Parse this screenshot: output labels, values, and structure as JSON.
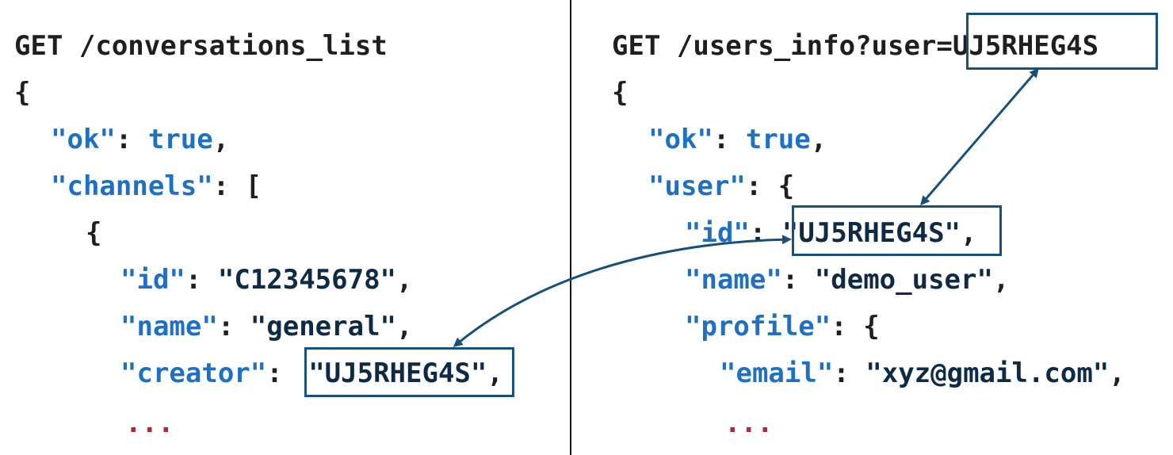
{
  "left": {
    "request": "GET /conversations_list",
    "open_brace": "{",
    "ok_key": "\"ok\"",
    "ok_value": "true",
    "channels_key": "\"channels\"",
    "channels_open": "[",
    "item_open": "{",
    "id_key": "\"id\"",
    "id_value": "\"C12345678\"",
    "name_key": "\"name\"",
    "name_value": "\"general\"",
    "creator_key": "\"creator\"",
    "creator_value": "\"UJ5RHEG4S\"",
    "ellipsis": "..."
  },
  "right": {
    "request_path": "GET /users_info?user",
    "request_param": "=UJ5RHEG4S",
    "open_brace": "{",
    "ok_key": "\"ok\"",
    "ok_value": "true",
    "user_key": "\"user\"",
    "user_open": "{",
    "id_key": "\"id\"",
    "id_value": "\"UJ5RHEG4S\"",
    "name_key": "\"name\"",
    "name_value": "\"demo_user\"",
    "profile_key": "\"profile\"",
    "profile_open": "{",
    "email_key": "\"email\"",
    "email_value": "\"xyz@gmail.com\"",
    "ellipsis": "..."
  },
  "colors": {
    "key": "#1f6fc2",
    "string": "#0f2a44",
    "ellipsis": "#b0283a",
    "highlight": "#17507a"
  }
}
